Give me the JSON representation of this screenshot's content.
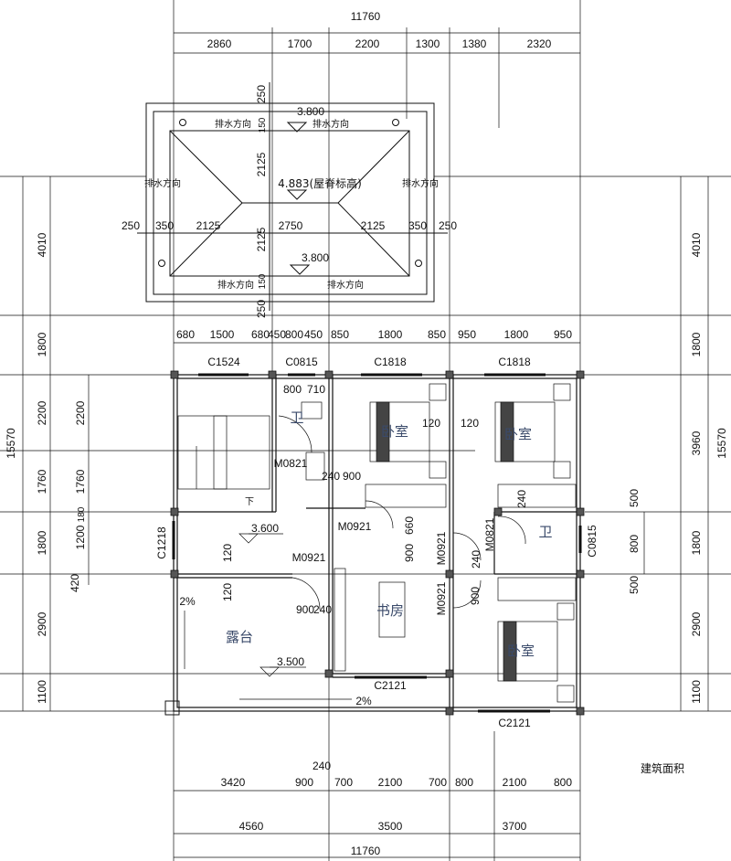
{
  "top_dims": {
    "total": "11760",
    "row1": [
      "2860",
      "1700",
      "2200",
      "1300",
      "1380",
      "2320"
    ],
    "row2": [
      "680",
      "1500",
      "680",
      "450",
      "800",
      "450",
      "850",
      "1800",
      "850",
      "950",
      "1800",
      "950"
    ]
  },
  "roof": {
    "dim_250_top": "250",
    "elev_top": "3.800",
    "drain": "排水方向",
    "dim_2125_upper": "2125",
    "ridge_elev": "4.883(屋脊标高)",
    "row": [
      "250",
      "350",
      "2125",
      "2750",
      "2125",
      "350",
      "250"
    ],
    "dim_2125_lower": "2125",
    "elev_bottom": "3.800",
    "dim_250_bottom": "250",
    "dim_150_a": "150",
    "dim_150_b": "150"
  },
  "windows": {
    "c1524": "C1524",
    "c0815_top": "C0815",
    "c1818_a": "C1818",
    "c1818_b": "C1818",
    "c1218": "C1218",
    "c0815_right": "C0815",
    "c2121_a": "C2121",
    "c2121_b": "C2121"
  },
  "doors": {
    "m0821_a": "M0821",
    "m0921_a": "M0921",
    "m0921_b": "M0921",
    "m0921_c": "M0921",
    "m0921_d": "M0921",
    "m0821_b": "M0821"
  },
  "small_dims": {
    "d800": "800",
    "d710": "710",
    "d240a": "240",
    "d900a": "900",
    "d120a": "120",
    "d120b": "120",
    "d660": "660",
    "d900b": "900",
    "d240b": "240",
    "d900c": "900",
    "d240c": "240",
    "d120c": "120",
    "d120d": "120",
    "d900d": "900",
    "d240d": "240"
  },
  "rooms": {
    "bedroom1": "卧室",
    "bedroom2": "卧室",
    "bedroom3": "卧室",
    "bath1": "卫",
    "bath2": "卫",
    "study": "书房",
    "terrace": "露台",
    "stair_down": "下"
  },
  "levels": {
    "l3600": "3.600",
    "l3500": "3.500",
    "slope1": "2%",
    "slope2": "2%"
  },
  "left_dims": {
    "total": "15570",
    "outer": [
      "4010",
      "1800",
      "2200",
      "1760",
      "1800",
      "2900",
      "1100"
    ],
    "inner": [
      "2200",
      "1760",
      "180",
      "1200",
      "420"
    ]
  },
  "right_dims": {
    "total": "15570",
    "outer": [
      "4010",
      "1800",
      "3960",
      "1800",
      "2900",
      "1100"
    ],
    "inner": [
      "500",
      "800",
      "500"
    ]
  },
  "bottom_dims": {
    "row1": [
      "3420",
      "900",
      "240",
      "700",
      "2100",
      "700",
      "800",
      "2100",
      "800"
    ],
    "row2": [
      "4560",
      "3500",
      "3700"
    ],
    "total": "11760"
  },
  "area_label": "建筑面积"
}
